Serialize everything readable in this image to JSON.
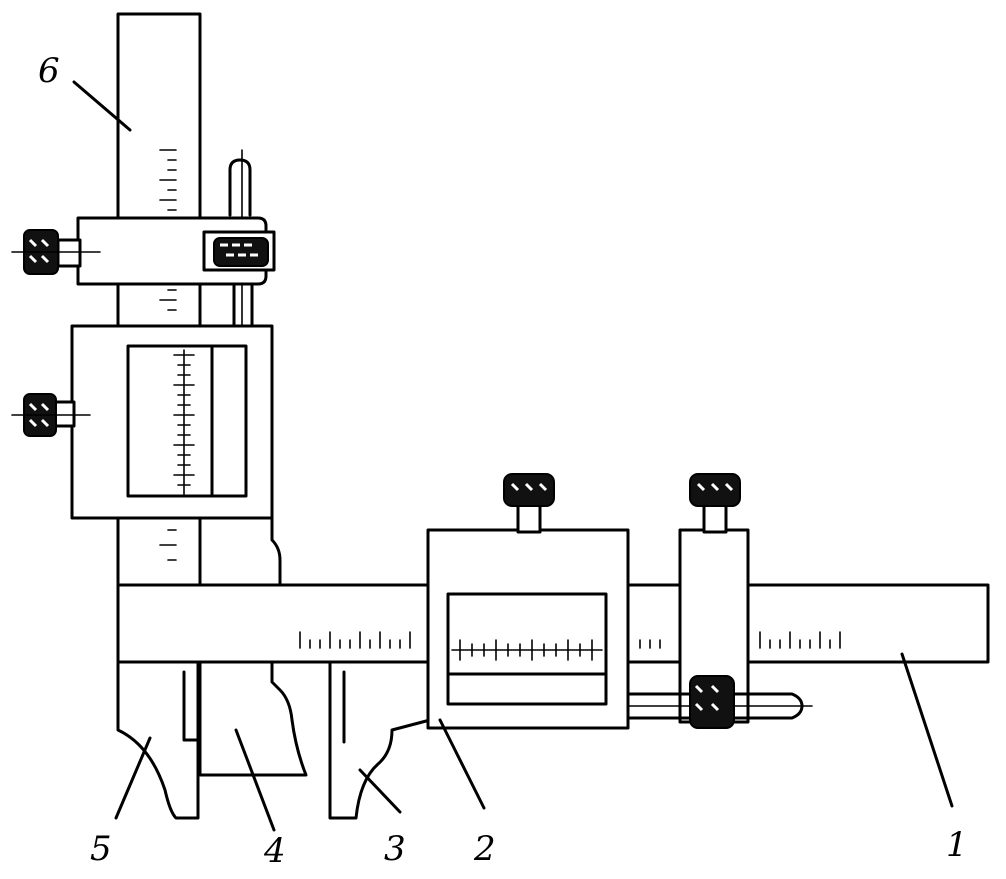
{
  "figure": {
    "labels": [
      {
        "id": "1",
        "text": "1"
      },
      {
        "id": "2",
        "text": "2"
      },
      {
        "id": "3",
        "text": "3"
      },
      {
        "id": "4",
        "text": "4"
      },
      {
        "id": "5",
        "text": "5"
      },
      {
        "id": "6",
        "text": "6"
      }
    ],
    "colors": {
      "ink": "#000000",
      "paper": "#ffffff"
    }
  }
}
